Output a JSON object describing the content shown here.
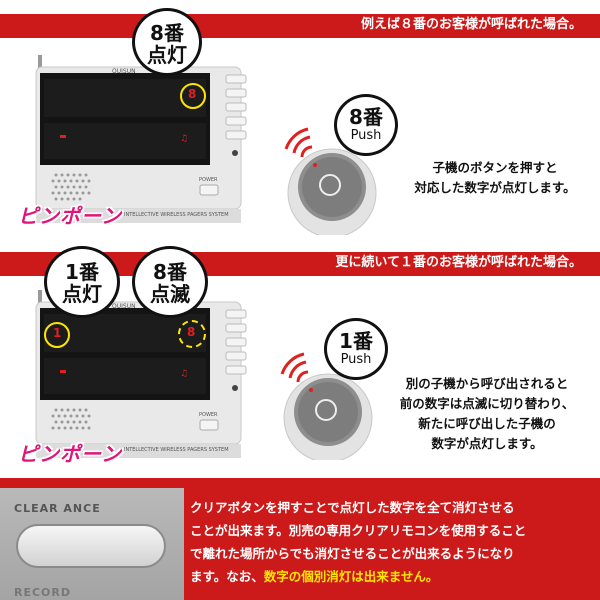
{
  "section1": {
    "banner": "例えば８番のお客様が呼ばれた場合。",
    "bubble_num": "8番",
    "bubble_state": "点灯",
    "device_brand": "QUISUN",
    "device_footer": "INTELLECTIVE WIRELESS PAGERS SYSTEM",
    "power_label": "POWER",
    "display_digit": "8",
    "chime": "ピンポーン",
    "push_num": "8番",
    "push_label": "Push",
    "description": [
      "子機のボタンを押すと",
      "対応した数字が点灯します。"
    ]
  },
  "section2": {
    "banner": "更に続いて１番のお客様が呼ばれた場合。",
    "bubble_a_num": "1番",
    "bubble_a_state": "点灯",
    "bubble_b_num": "8番",
    "bubble_b_state": "点滅",
    "device_brand": "QUISUN",
    "device_footer": "INTELLECTIVE WIRELESS PAGERS SYSTEM",
    "power_label": "POWER",
    "digit_a": "1",
    "digit_b": "8",
    "chime": "ピンポーン",
    "push_num": "1番",
    "push_label": "Push",
    "description": [
      "別の子機から呼び出されると",
      "前の数字は点滅に切り替わり、",
      "新たに呼び出した子機の",
      "数字が点灯します。"
    ]
  },
  "section3": {
    "button_label": "CLEAR ANCE",
    "record_label": "RECORD",
    "text_lines": [
      "クリアボタンを押すことで点灯した数字を全て消灯させる",
      "ことが出来ます。別売の専用クリアリモコンを使用すること",
      "で離れた場所からでも消灯させることが出来るようになり"
    ],
    "text_last_plain": "ます。なお、",
    "text_last_highlight": "数字の個別消灯は出来ません。"
  },
  "colors": {
    "banner_red": "#cc1a1a",
    "chime_pink": "#e0157a",
    "highlight_yellow": "#ffe600",
    "display_red": "#e02020"
  }
}
